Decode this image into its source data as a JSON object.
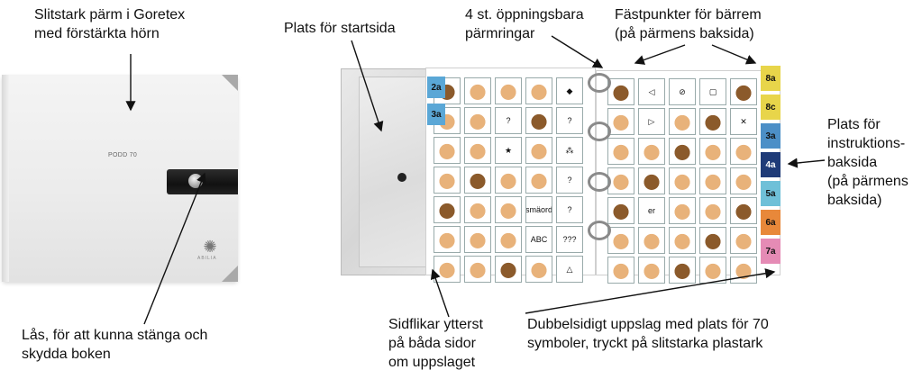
{
  "annotations": {
    "cover": "Slitstark pärm i Goretex\nmed förstärkta hörn",
    "lock": "Lås, för att kunna stänga och\nskydda boken",
    "start_page": "Plats för startsida",
    "rings": "4 st. öppningsbara\npärmringar",
    "attach": "Fästpunkter för bärrem\n(på pärmens baksida)",
    "instructions": "Plats för\ninstruktions-\nbaksida\n(på pärmens\nbaksida)",
    "tabs": "Sidflikar ytterst\npå båda sidor\nom uppslaget",
    "spread": "Dubbelsidigt uppslag med plats för 70\nsymboler, tryckt på slitstarka plastark"
  },
  "binder": {
    "title": "PODD 70",
    "logo_text": "ABILIA"
  },
  "left_tabs": [
    {
      "label": "2a",
      "color": "#5aa7d6"
    },
    {
      "label": "3a",
      "color": "#5aa7d6"
    }
  ],
  "right_tabs": [
    {
      "label": "8a",
      "color": "#e8d54a"
    },
    {
      "label": "8c",
      "color": "#e8d54a"
    },
    {
      "label": "3a",
      "color": "#4c8fc7"
    },
    {
      "label": "4a",
      "color": "#1f3b78"
    },
    {
      "label": "5a",
      "color": "#6fc0d8"
    },
    {
      "label": "6a",
      "color": "#e8883a"
    },
    {
      "label": "7a",
      "color": "#e58bb5"
    }
  ],
  "left_grid_symbols": [
    "",
    "",
    "",
    "",
    "◆",
    "",
    "",
    "?",
    "",
    "?",
    "",
    "",
    "★",
    "",
    "⁂",
    "",
    "",
    "",
    "",
    "?",
    "",
    "",
    "",
    "smäord",
    "?",
    "",
    "",
    "",
    "ABC",
    "???",
    "",
    "",
    "",
    "",
    "△"
  ],
  "right_grid_symbols": [
    "",
    "◁",
    "⊘",
    "▢",
    "",
    "",
    "▷",
    "",
    "",
    "✕",
    "",
    "",
    "",
    "",
    "",
    "",
    "",
    "",
    "",
    "",
    "",
    "er",
    "",
    "",
    "",
    "",
    "",
    "",
    "",
    "",
    "",
    "",
    "",
    "",
    ""
  ],
  "colors": {
    "strap": "#111111",
    "cover": "#ececec"
  }
}
